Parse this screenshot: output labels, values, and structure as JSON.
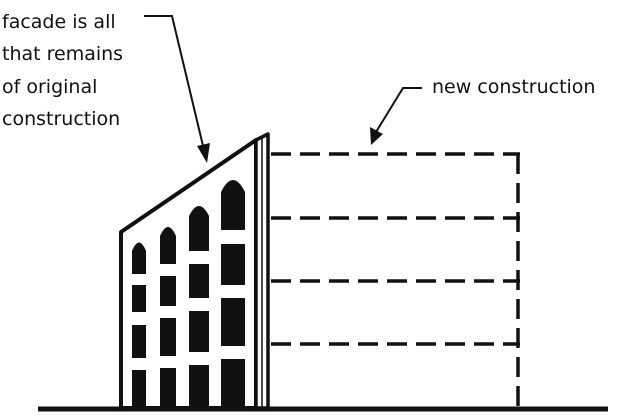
{
  "annotations": {
    "facade_label_lines": [
      "facade is all",
      "that remains",
      "of original",
      "construction"
    ],
    "new_construction_label": "new construction"
  },
  "diagram": {
    "facade_windows": {
      "columns": 4,
      "rows": 4,
      "top_row_arched": true
    },
    "new_construction_floor_lines": 4,
    "colors": {
      "ink": "#111111",
      "background": "#ffffff"
    }
  }
}
